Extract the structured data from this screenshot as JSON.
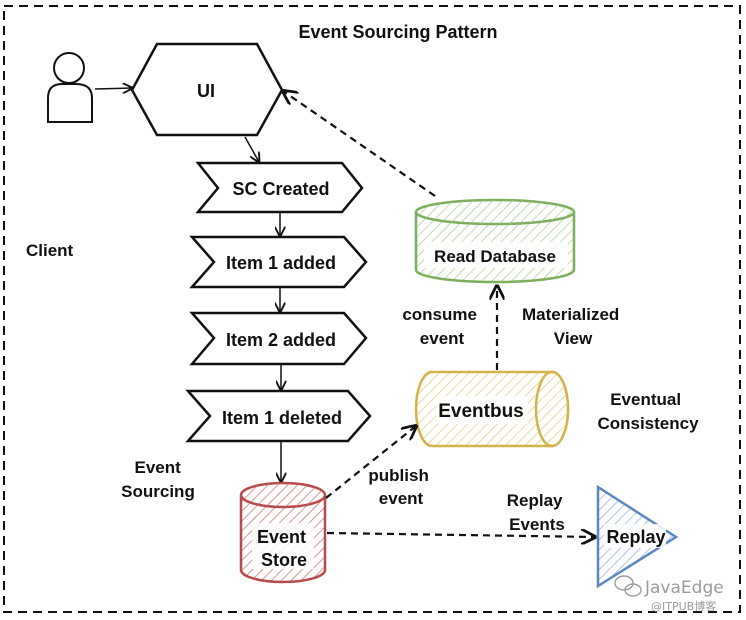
{
  "title": "Event Sourcing Pattern",
  "nodes": {
    "ui": "UI",
    "events": [
      "SC Created",
      "Item 1 added",
      "Item 2 added",
      "Item 1 deleted"
    ],
    "event_store": [
      "Event",
      "Store"
    ],
    "eventbus": "Eventbus",
    "read_db": "Read Database",
    "replay": "Replay"
  },
  "labels": {
    "client": "Client",
    "event_sourcing": [
      "Event",
      "Sourcing"
    ],
    "publish_event": [
      "publish",
      "event"
    ],
    "consume_event": [
      "consume",
      "event"
    ],
    "materialized_view": [
      "Materialized",
      "View"
    ],
    "eventual_consistency": [
      "Eventual",
      "Consistency"
    ],
    "replay_events": [
      "Replay",
      "Events"
    ]
  },
  "watermark": {
    "brand": "JavaEdge",
    "sub": "@ITPUB博客"
  },
  "colors": {
    "event_store": "#b94a4a",
    "eventbus": "#d4b24a",
    "read_db": "#7cae5c",
    "replay": "#5b86bf"
  }
}
